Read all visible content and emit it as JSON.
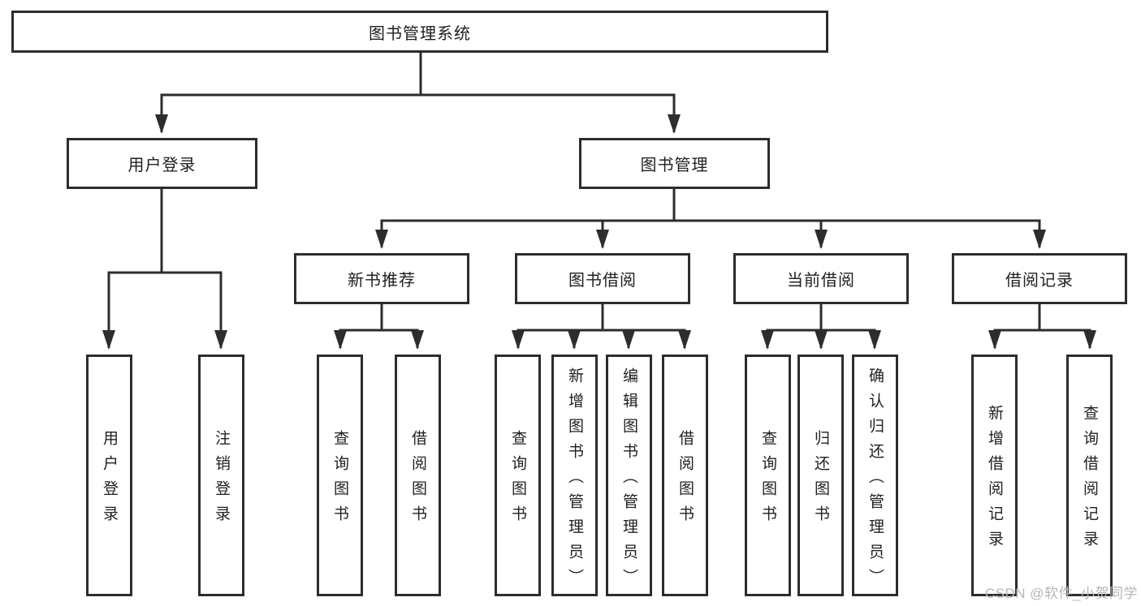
{
  "diagram": {
    "root": {
      "label": "图书管理系统"
    },
    "branches": [
      {
        "label": "用户登录",
        "children": [
          {
            "label": "用户登录"
          },
          {
            "label": "注销登录"
          }
        ]
      },
      {
        "label": "图书管理",
        "children": [
          {
            "label": "新书推荐",
            "children": [
              {
                "label": "查询图书"
              },
              {
                "label": "借阅图书"
              }
            ]
          },
          {
            "label": "图书借阅",
            "children": [
              {
                "label": "查询图书"
              },
              {
                "label": "新增图书（管理员）"
              },
              {
                "label": "编辑图书（管理员）"
              },
              {
                "label": "借阅图书"
              }
            ]
          },
          {
            "label": "当前借阅",
            "children": [
              {
                "label": "查询图书"
              },
              {
                "label": "归还图书"
              },
              {
                "label": "确认归还（管理员）"
              }
            ]
          },
          {
            "label": "借阅记录",
            "children": [
              {
                "label": "新增借阅记录"
              },
              {
                "label": "查询借阅记录"
              }
            ]
          }
        ]
      }
    ]
  },
  "watermark": {
    "text": "CSDN @软件_小贺同学"
  },
  "colors": {
    "line": "#2d2d2d",
    "text": "#1f1f1f",
    "background": "#ffffff",
    "watermark": "#b5b5b5"
  }
}
